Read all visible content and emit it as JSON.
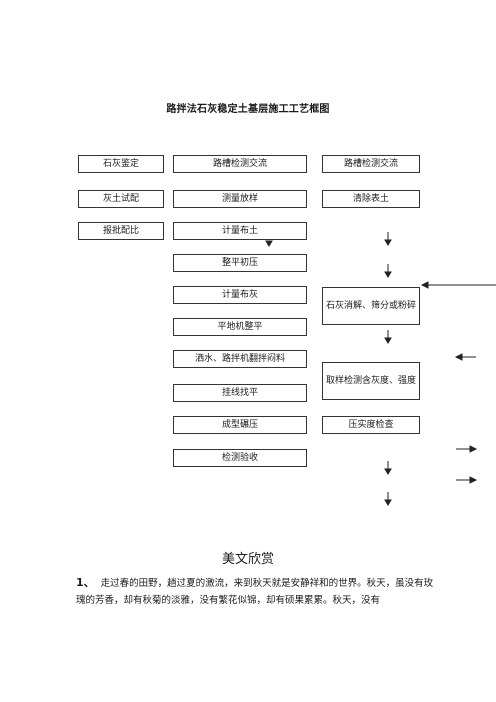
{
  "title": "路拌法石灰稳定土基层施工工艺框图",
  "left_column": [
    "石灰鉴定",
    "灰土试配",
    "报批配比"
  ],
  "middle_column": [
    "路槽检测交流",
    "测量放样",
    "计量布土",
    "整平初压",
    "计量布灰",
    "平地机整平",
    "洒水、路拌机翻拌闷料",
    "挂线找平",
    "成型碾压",
    "检测验收"
  ],
  "right_column": [
    "路槽检测交流",
    "清除表土",
    "石灰消解、筛分或粉碎",
    "取样检测含灰度、强度",
    "压实度检查"
  ],
  "section_title": "美文欣赏",
  "paragraph": {
    "number": "1、",
    "text": "走过春的田野，趟过夏的激流，来到秋天就是安静祥和的世界。秋天，虽没有玫瑰的芳香，却有秋菊的淡雅，没有繁花似锦，却有硕果累累。秋天，没有"
  }
}
